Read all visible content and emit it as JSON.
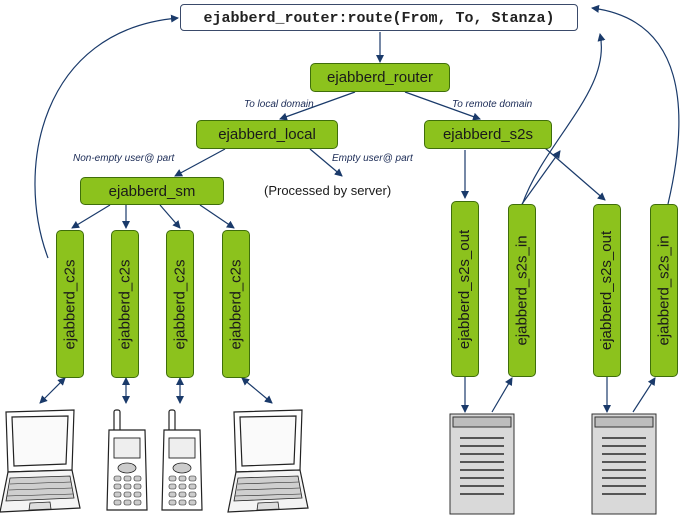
{
  "route_call": "ejabberd_router:route(From, To, Stanza)",
  "nodes": {
    "router": "ejabberd_router",
    "local": "ejabberd_local",
    "s2s": "ejabberd_s2s",
    "sm": "ejabberd_sm",
    "c2s": [
      "ejabberd_c2s",
      "ejabberd_c2s",
      "ejabberd_c2s",
      "ejabberd_c2s"
    ],
    "s2s_out_1": "ejabberd_s2s_out",
    "s2s_in_1": "ejabberd_s2s_in",
    "s2s_out_2": "ejabberd_s2s_out",
    "s2s_in_2": "ejabberd_s2s_in"
  },
  "edge_labels": {
    "to_local": "To local domain",
    "to_remote": "To remote domain",
    "non_empty_user": "Non-empty user@ part",
    "empty_user": "Empty user@ part"
  },
  "processed_note": "(Processed by server)",
  "clients": [
    "laptop-icon",
    "phone-icon",
    "phone-icon",
    "laptop-icon"
  ],
  "servers": [
    "server-icon",
    "server-icon"
  ],
  "colors": {
    "node_fill": "#8cc21d",
    "node_border": "#3f6e0a",
    "arrow": "#1a3a6a",
    "label": "#1a2a55"
  }
}
